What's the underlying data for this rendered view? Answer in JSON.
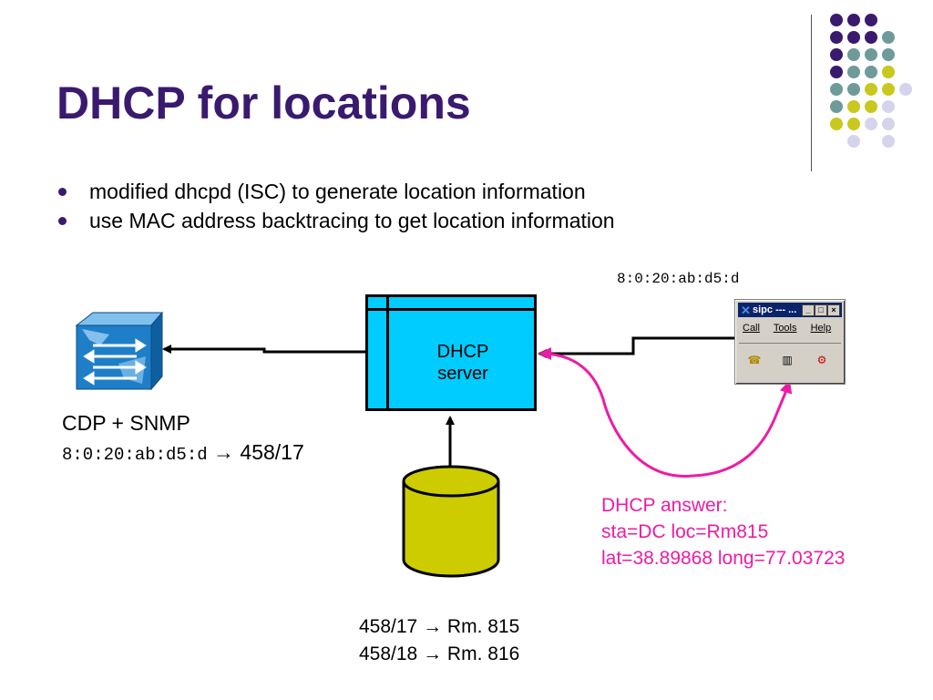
{
  "slide": {
    "title": "DHCP for locations",
    "bullets": [
      "modified dhcpd (ISC) to generate location information",
      "use MAC address backtracing to get location information"
    ]
  },
  "diagram": {
    "client_mac": "8:0:20:ab:d5:d",
    "server_label_line1": "DHCP",
    "server_label_line2": "server",
    "switch_caption_line1": "CDP + SNMP",
    "switch_mac": "8:0:20:ab:d5:d",
    "switch_result": "458/17",
    "arrow_glyph": "→",
    "db_mapping": [
      {
        "port": "458/17",
        "room": "Rm. 815"
      },
      {
        "port": "458/18",
        "room": "Rm. 816"
      }
    ],
    "answer": {
      "line1": "DHCP answer:",
      "line2": "sta=DC loc=Rm815",
      "line3": "lat=38.89868 long=77.03723"
    }
  },
  "sipc_window": {
    "title": "sipc --- ...",
    "menu": [
      "Call",
      "Tools",
      "Help"
    ],
    "buttons": [
      "phone-icon",
      "book-icon",
      "control-icon"
    ]
  },
  "colors": {
    "title": "#3a1a6e",
    "server_fill": "#00ccff",
    "database_fill": "#cccc00",
    "answer": "#ec1ca5",
    "switch_blue": "#1e7fc8",
    "dot_purple": "#3a1a6e",
    "dot_teal": "#6f9a9a",
    "dot_yellow": "#c8c81e",
    "dot_lavender": "#d6d4ec"
  }
}
